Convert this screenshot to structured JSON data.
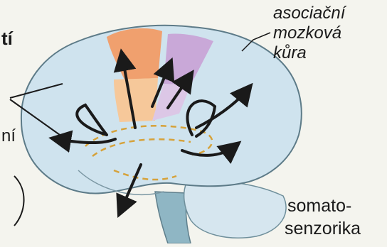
{
  "labels": {
    "top_left_fragment": "tí",
    "mid_left_fragment": "ní",
    "association_cortex": [
      "asociační",
      "mozková",
      "kůra"
    ],
    "somatosensory": [
      "somato-",
      "senzorika"
    ]
  },
  "colors": {
    "background": "#f4f4ee",
    "brain_fill": "#cfe3ee",
    "region_orange": "#f0a06e",
    "region_peach": "#f6c89a",
    "region_purple": "#c9a8d8",
    "region_lavender": "#dcc7e6",
    "limbic_dashes": "#d6a23a",
    "arrows": "#1a1a1a",
    "brainstem": "#8fb6c4"
  }
}
